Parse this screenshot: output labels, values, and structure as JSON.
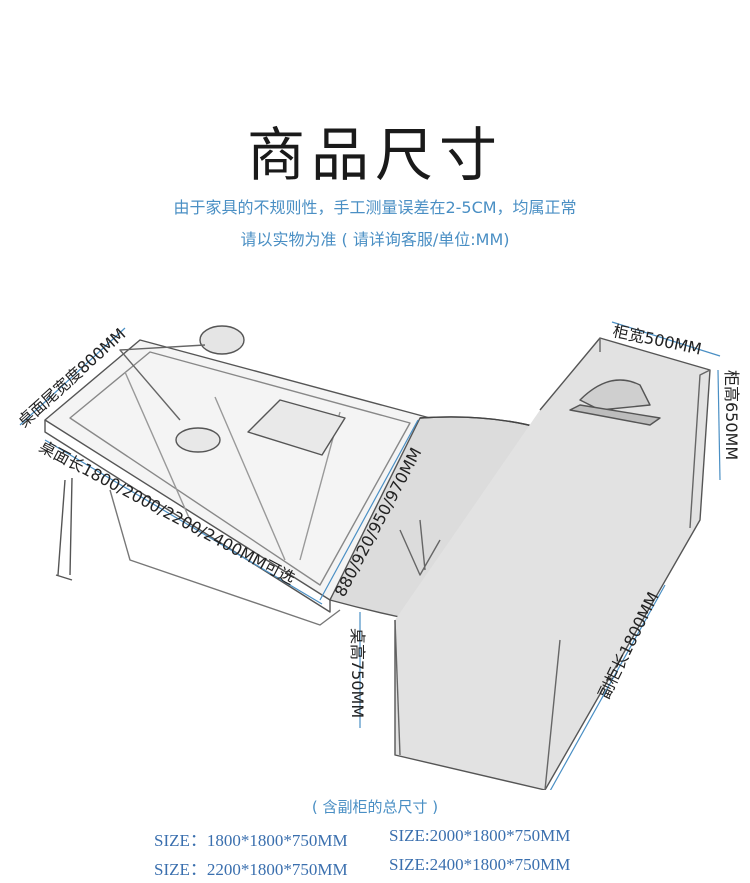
{
  "title": "商品尺寸",
  "notes": {
    "line1": "由于家具的不规则性，手工测量误差在2-5CM，均属正常",
    "line2": "请以实物为准 ( 请详询客服/单位:MM)"
  },
  "dimensions": {
    "tail_width": "桌面尾宽度800MM",
    "desk_length": "桌面长1800/2000/2200/2400MM可选",
    "desk_depth": "880/920/950/970MM",
    "desk_height": "桌高750MM",
    "cabinet_width": "柜宽500MM",
    "cabinet_height": "柜高650MM",
    "side_cabinet_length": "副柜长1800MM"
  },
  "caption": "( 含副柜的总尺寸 )",
  "sizes": [
    "SIZE：1800*1800*750MM",
    "SIZE:2000*1800*750MM",
    "SIZE：2200*1800*750MM",
    "SIZE:2400*1800*750MM"
  ]
}
